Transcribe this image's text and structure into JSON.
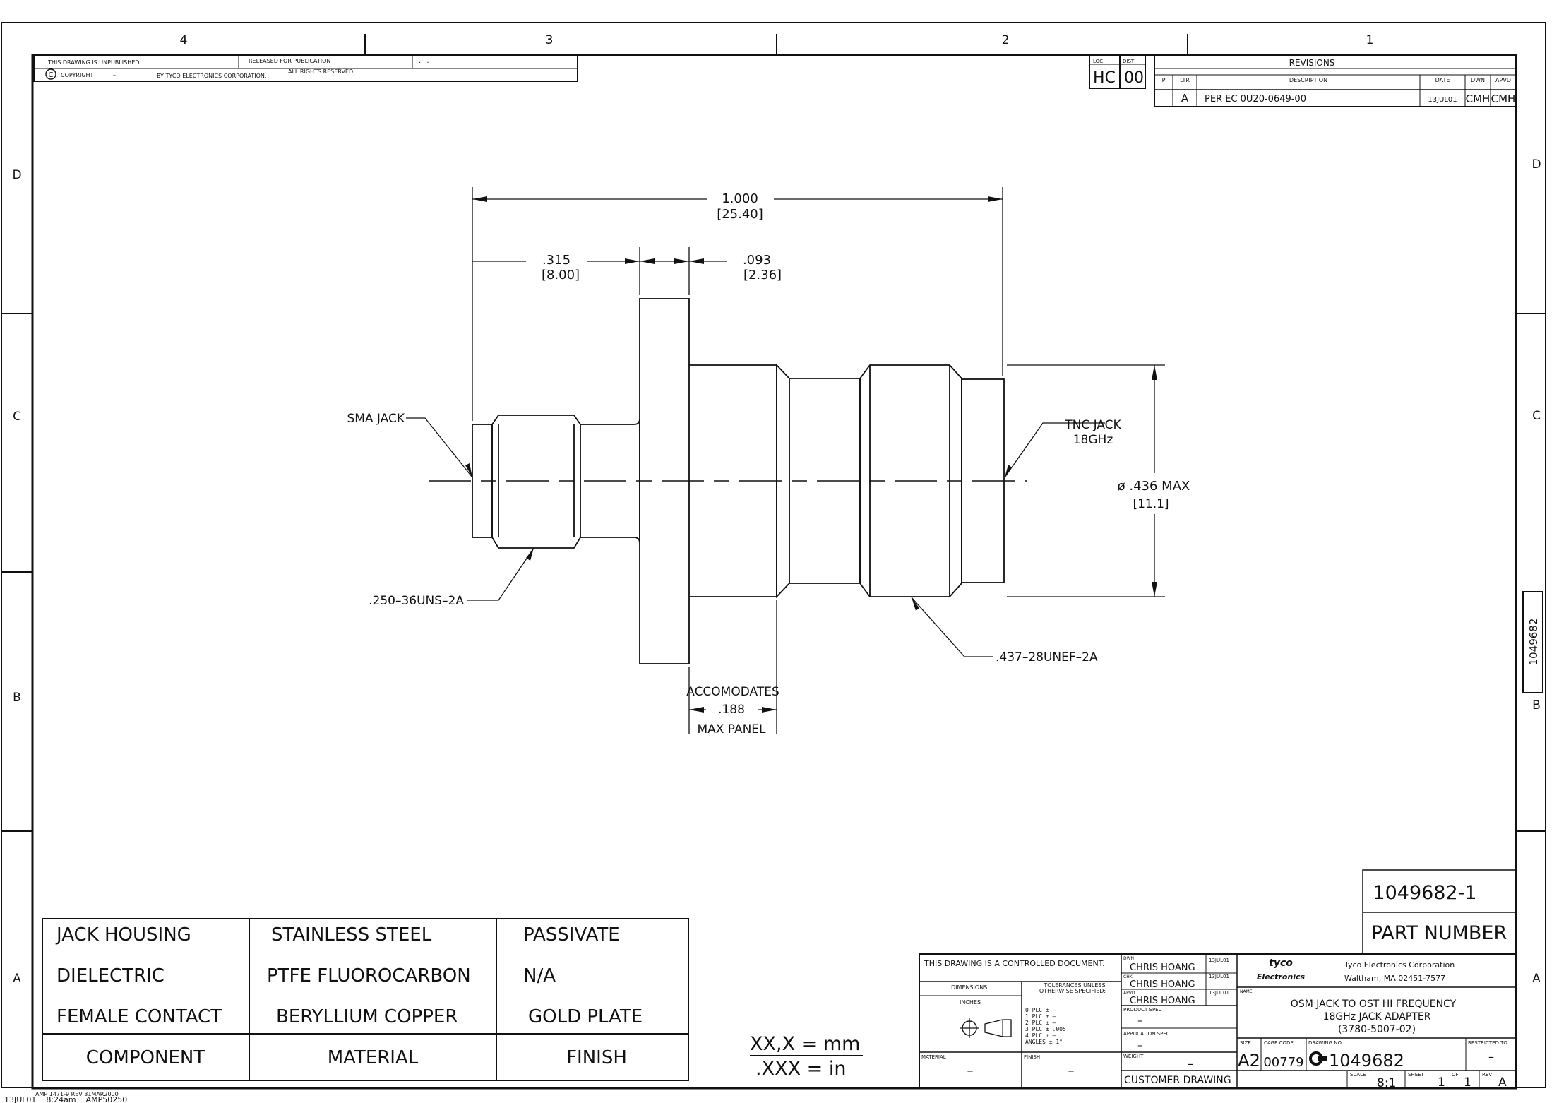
{
  "zones": {
    "top": [
      "4",
      "3",
      "2",
      "1"
    ],
    "left": [
      "D",
      "C",
      "B",
      "A"
    ],
    "right": [
      "D",
      "C",
      "B",
      "A"
    ]
  },
  "header": {
    "unpublished": "THIS DRAWING IS UNPUBLISHED.",
    "copyright_symbol": "C",
    "copyright": "COPYRIGHT",
    "copyright_dash": "–",
    "by_tyco": "BY TYCO ELECTRONICS CORPORATION.",
    "released": "RELEASED FOR PUBLICATION",
    "rights": "ALL RIGHTS RESERVED.",
    "release_date": "–.–  ."
  },
  "loc_dist": {
    "loc_label": "LOC",
    "loc_value": "HC",
    "dist_label": "DIST",
    "dist_value": "00"
  },
  "revisions": {
    "title": "REVISIONS",
    "col_p": "P",
    "col_ltr": "LTR",
    "col_desc": "DESCRIPTION",
    "col_date": "DATE",
    "col_dwn": "DWN",
    "col_apvd": "APVD",
    "rows": [
      {
        "ltr": "A",
        "description": "PER EC 0U20-0649-00",
        "date": "13JUL01",
        "dwn": "CMH",
        "apvd": "CMH"
      }
    ]
  },
  "dimensions": {
    "overall": "1.000",
    "overall_mm": "[25.40]",
    "sma_len": ".315",
    "sma_len_mm": "[8.00]",
    "flange": ".093",
    "flange_mm": "[2.36]",
    "diameter": "ø .436 MAX",
    "diameter_mm": "[11.1]",
    "panel_top": "ACCOMODATES",
    "panel_val": ".188",
    "panel_bottom": "MAX PANEL"
  },
  "callouts": {
    "sma_jack": "SMA JACK",
    "tnc_jack_1": "TNC JACK",
    "tnc_jack_2": "18GHz",
    "thread_sma": ".250–36UNS–2A",
    "thread_tnc": ".437–28UNEF–2A"
  },
  "side_label": "1049682",
  "part_number": {
    "value": "1049682-1",
    "label": "PART NUMBER"
  },
  "bom": {
    "rows": [
      {
        "component": "JACK HOUSING",
        "material": "STAINLESS STEEL",
        "finish": "PASSIVATE"
      },
      {
        "component": "DIELECTRIC",
        "material": "PTFE FLUOROCARBON",
        "finish": "N/A"
      },
      {
        "component": "FEMALE CONTACT",
        "material": "BERYLLIUM COPPER",
        "finish": "GOLD PLATE"
      }
    ],
    "headers": {
      "component": "COMPONENT",
      "material": "MATERIAL",
      "finish": "FINISH"
    }
  },
  "units_note": {
    "line1": "XX,X = mm",
    "line2": ".XXX = in"
  },
  "title_block": {
    "controlled": "THIS DRAWING IS A CONTROLLED DOCUMENT.",
    "dimensions_label": "DIMENSIONS:",
    "inches": "INCHES",
    "tolerances_1": "TOLERANCES UNLESS",
    "tolerances_2": "OTHERWISE SPECIFIED:",
    "tol_lines": [
      "0  PLC     ±  –",
      "1  PLC     ±  –",
      "2  PLC     ±  –",
      "3  PLC     ±  .005",
      "4  PLC     ±  –",
      "ANGLES          ± 1°"
    ],
    "material_label": "MATERIAL",
    "material_value": "–",
    "finish_label": "FINISH",
    "finish_value": "–",
    "dwn_label": "DWN",
    "dwn_name": "CHRIS HOANG",
    "dwn_date": "13JUL01",
    "chk_label": "CHK",
    "chk_name": "CHRIS HOANG",
    "chk_date": "13JUL01",
    "apvd_label": "APVD",
    "apvd_name": "CHRIS HOANG",
    "apvd_date": "13JUL01",
    "product_spec_label": "PRODUCT SPEC",
    "product_spec_value": "–",
    "app_spec_label": "APPLICATION SPEC",
    "app_spec_value": "–",
    "weight_label": "WEIGHT",
    "weight_value": "–",
    "customer_drawing": "CUSTOMER DRAWING",
    "logo_top": "tyco",
    "logo_bottom": "Electronics",
    "company": "Tyco Electronics Corporation",
    "address": "Waltham, MA   02451-7577",
    "name_label": "NAME",
    "name_1": "OSM JACK TO OST HI FREQUENCY",
    "name_2": "18GHz JACK ADAPTER",
    "name_3": "(3780-5007-02)",
    "size_label": "SIZE",
    "size_value": "A2",
    "cage_label": "CAGE CODE",
    "cage_value": "00779",
    "dwg_no_label": "DRAWING NO",
    "dwg_no_value": "1049682",
    "restricted_label": "RESTRICTED TO",
    "restricted_value": "–",
    "scale_label": "SCALE",
    "scale_value": "8:1",
    "sheet_label": "SHEET",
    "sheet_value": "1",
    "of_label": "OF",
    "of_value": "1",
    "rev_label": "REV",
    "rev_value": "A"
  },
  "footer": {
    "form": "AMP 1471-9 REV 31MAR2000",
    "stamp": "13JUL01    8:24am    AMP50250"
  }
}
